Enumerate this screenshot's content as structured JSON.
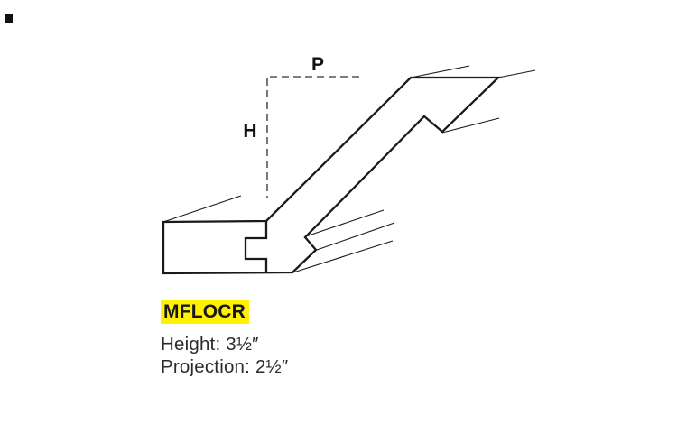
{
  "diagram": {
    "height_dim_label": "H",
    "projection_dim_label": "P",
    "line_color": "#1a1a1a",
    "dash_color": "#555555"
  },
  "product": {
    "code": "MFLOCR",
    "highlight_color": "#FFF100",
    "height_spec": "Height: 3½″",
    "projection_spec": "Projection: 2½″"
  }
}
